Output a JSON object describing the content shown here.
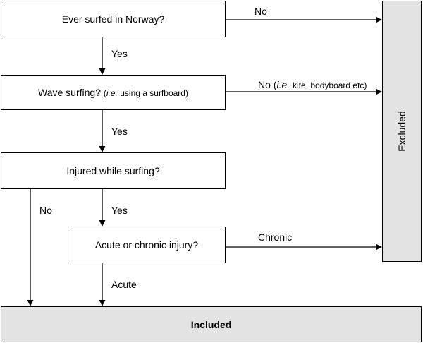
{
  "nodes": {
    "ever_surfed": "Ever surfed in Norway?",
    "wave_surfing_main": "Wave surfing?",
    "wave_surfing_ie": "i.e.",
    "wave_surfing_rest": "using a surfboard)",
    "injured": "Injured while surfing?",
    "acute_chronic": "Acute or chronic injury?",
    "excluded": "Excluded",
    "included": "Included"
  },
  "edges": {
    "no_1": "No",
    "yes_1": "Yes",
    "no_2_prefix": "No (",
    "no_2_ie": "i.e.",
    "no_2_rest": "kite, bodyboard etc)",
    "yes_2": "Yes",
    "no_3": "No",
    "yes_3": "Yes",
    "chronic": "Chronic",
    "acute": "Acute"
  }
}
